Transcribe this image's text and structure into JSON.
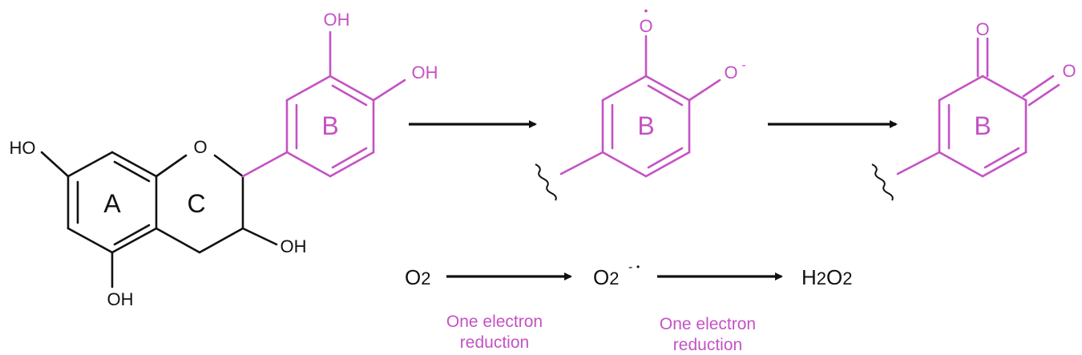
{
  "colors": {
    "black": "#111111",
    "magenta": "#c452c4"
  },
  "catechin": {
    "ring_a": "A",
    "ring_b": "B",
    "ring_c": "C",
    "ring_o": "O",
    "oh_7": "HO",
    "oh_5": "OH",
    "oh_3": "OH",
    "oh_3p": "OH",
    "oh_4p": "OH"
  },
  "semiquinone": {
    "ring_b": "B",
    "o_radical": "O",
    "radical_dot": "•",
    "o_anion": "O",
    "anion_charge": "-"
  },
  "quinone": {
    "ring_b": "B",
    "o1": "O",
    "o2": "O"
  },
  "oxygen": {
    "o2": "O",
    "o2_sub": "2",
    "superoxide": "O",
    "superoxide_sub": "2",
    "superoxide_charge": "-",
    "superoxide_dot": "•",
    "h2o2_h": "H",
    "h2o2_sub1": "2",
    "h2o2_o": "O",
    "h2o2_sub2": "2"
  },
  "annotations": {
    "first": [
      "One electron",
      "reduction"
    ],
    "second": [
      "One electron",
      "reduction"
    ]
  }
}
